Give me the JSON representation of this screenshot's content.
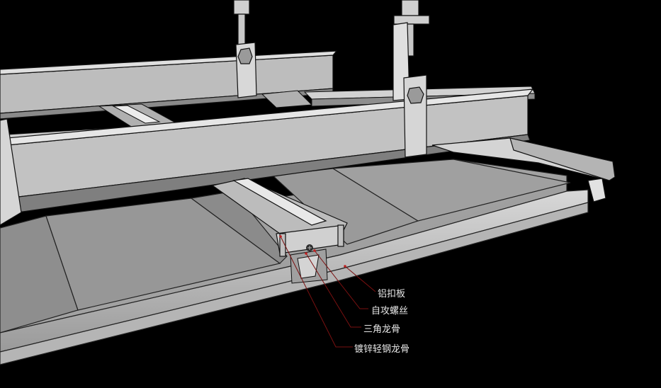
{
  "colors": {
    "background": "#000000",
    "steel_light": "#c9c9c9",
    "steel_mid": "#a8a8a8",
    "steel_dark": "#7d7d7d",
    "panel": "#9b9b9b",
    "outline": "#1a1a1a",
    "leader": "#7a1010",
    "label_text": "#e8e8e8"
  },
  "callouts": [
    {
      "id": "aluminum-panel",
      "label": "铝扣板"
    },
    {
      "id": "self-tapping-screw",
      "label": "自攻螺丝"
    },
    {
      "id": "triangle-keel",
      "label": "三角龙骨"
    },
    {
      "id": "galvanized-light-steel-keel",
      "label": "镀锌轻钢龙骨"
    }
  ]
}
